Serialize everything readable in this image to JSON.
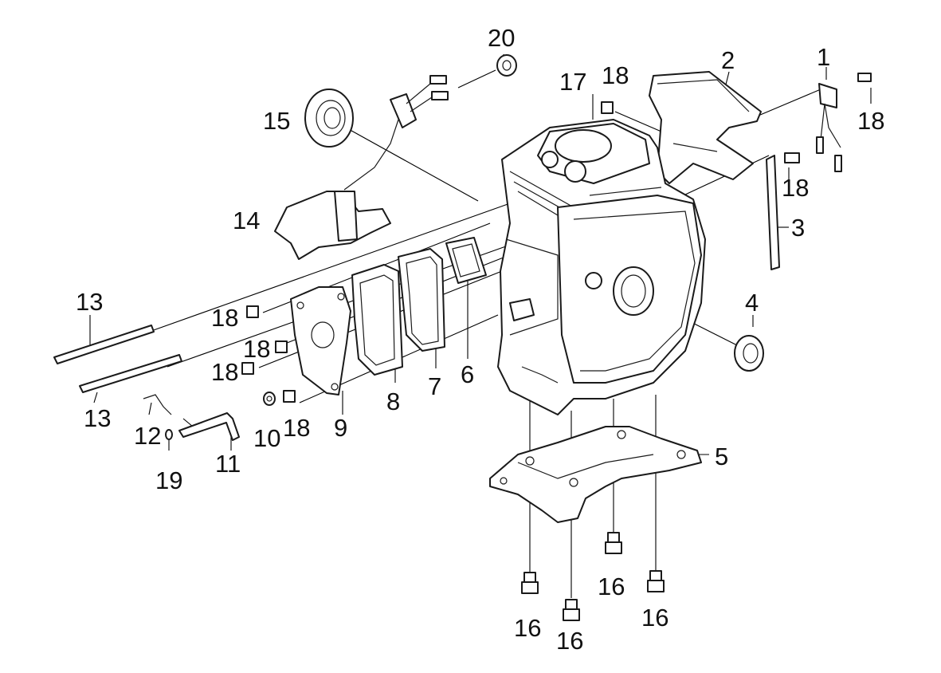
{
  "diagram": {
    "background": "#ffffff",
    "line_color": "#1a1a1a",
    "label_color": "#111111",
    "labels": {
      "l1": "1",
      "l2": "2",
      "l3": "3",
      "l4": "4",
      "l5": "5",
      "l6": "6",
      "l7": "7",
      "l8": "8",
      "l9": "9",
      "l10": "10",
      "l11": "11",
      "l12": "12",
      "l13a": "13",
      "l13b": "13",
      "l14": "14",
      "l15": "15",
      "l16a": "16",
      "l16b": "16",
      "l16c": "16",
      "l16d": "16",
      "l17": "17",
      "l18a": "18",
      "l18b": "18",
      "l18c": "18",
      "l18d": "18",
      "l18e": "18",
      "l18f": "18",
      "l18g": "18",
      "l19": "19",
      "l20": "20"
    }
  }
}
